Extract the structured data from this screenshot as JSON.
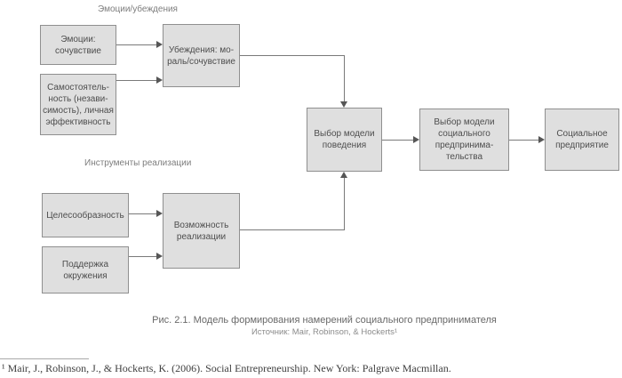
{
  "diagram": {
    "section_labels": [
      {
        "text": "Эмоции/убеждения"
      },
      {
        "text": "Инструменты реализации"
      }
    ],
    "nodes": [
      {
        "id": "emotions",
        "label": "Эмоции:\nсочувствие"
      },
      {
        "id": "autonomy",
        "label": "Самостоятель-\nность (незави-\nсимость), личная\nэффективность"
      },
      {
        "id": "beliefs",
        "label": "Убеждения: мо-\nраль/сочувствие"
      },
      {
        "id": "feasibility",
        "label": "Целесообразность"
      },
      {
        "id": "support",
        "label": "Поддержка\nокружения"
      },
      {
        "id": "opportunity",
        "label": "Возможность\nреализации"
      },
      {
        "id": "behavior-model",
        "label": "Выбор модели\nповедения"
      },
      {
        "id": "se-model",
        "label": "Выбор модели\nсоциального\nпредпринима-\nтельства"
      },
      {
        "id": "enterprise",
        "label": "Социальное\nпредприятие"
      }
    ],
    "colors": {
      "node_fill": "#dfdfdf",
      "node_border": "#8f8f8f",
      "node_text": "#4d4d4d",
      "label_text": "#7d7d7d",
      "line": "#7a7a7a",
      "arrowhead": "#565656",
      "caption_text": "#686868",
      "caption_source_text": "#8b8b8b"
    }
  },
  "caption": {
    "title": "Рис. 2.1. Модель формирования намерений социального предпринимателя",
    "source": "Источник: Mair, Robinson, & Hockerts¹"
  },
  "footnote": {
    "text": "¹ Mair, J., Robinson, J., & Hockerts, K. (2006). Social Entrepreneurship. New York: Palgrave Macmillan."
  }
}
